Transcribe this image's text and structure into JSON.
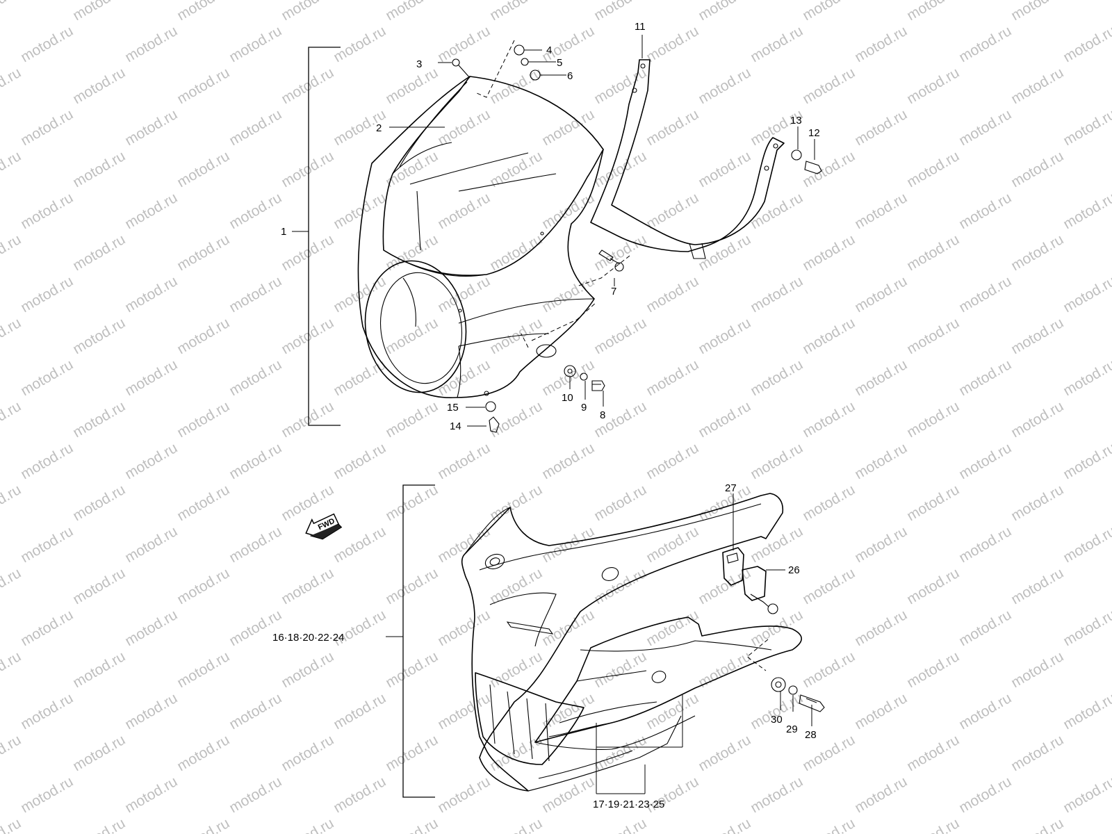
{
  "watermark": {
    "text": "motod.ru",
    "color": "#bfbfbf"
  },
  "fwd_label": "FWD",
  "callouts": {
    "c1": "1",
    "c2": "2",
    "c3": "3",
    "c4": "4",
    "c5": "5",
    "c6": "6",
    "c7": "7",
    "c8": "8",
    "c9": "9",
    "c10": "10",
    "c11": "11",
    "c12": "12",
    "c13": "13",
    "c14": "14",
    "c15": "15",
    "c16": "16·18·20·22·24",
    "c17": "17·19·21·23·25",
    "c26": "26",
    "c27": "27",
    "c28": "28",
    "c29": "29",
    "c30": "30"
  }
}
